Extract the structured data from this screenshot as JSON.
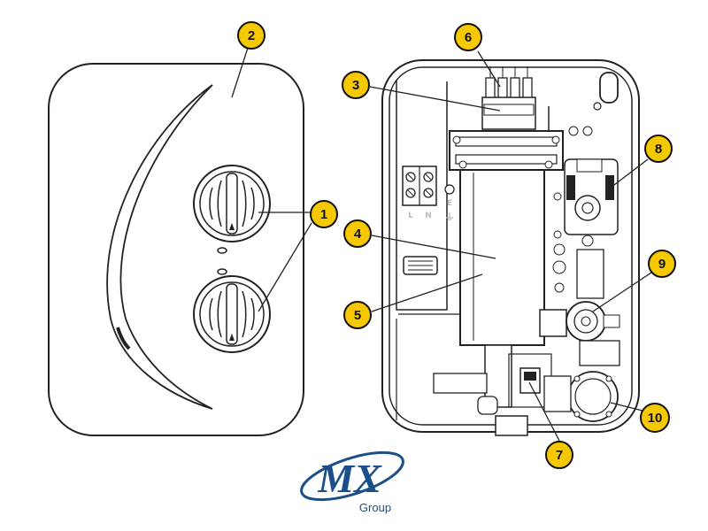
{
  "callouts": [
    {
      "id": "1",
      "label": "1"
    },
    {
      "id": "2",
      "label": "2"
    },
    {
      "id": "3",
      "label": "3"
    },
    {
      "id": "4",
      "label": "4"
    },
    {
      "id": "5",
      "label": "5"
    },
    {
      "id": "6",
      "label": "6"
    },
    {
      "id": "7",
      "label": "7"
    },
    {
      "id": "8",
      "label": "8"
    },
    {
      "id": "9",
      "label": "9"
    },
    {
      "id": "10",
      "label": "10"
    }
  ],
  "terminals": {
    "l": "L",
    "n": "N",
    "e": "E"
  },
  "logo": {
    "mark": "MX",
    "subtitle": "Group"
  },
  "colors": {
    "callout_fill": "#f6c800",
    "callout_stroke": "#111111",
    "line": "#222222",
    "logo_blue": "#1b4f8a"
  }
}
